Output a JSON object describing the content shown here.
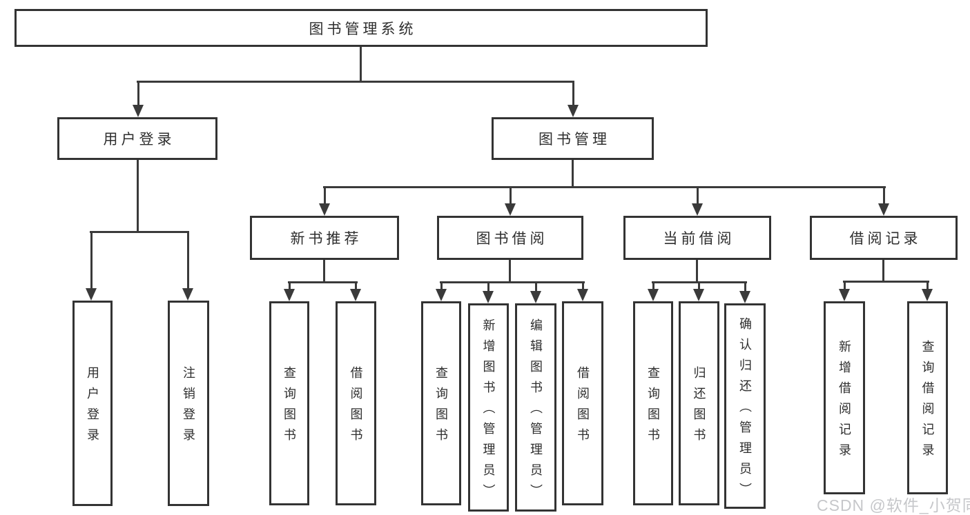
{
  "root": {
    "label": "图书管理系统"
  },
  "branches": [
    {
      "label": "用户登录",
      "children": [
        {
          "label": "用户登录"
        },
        {
          "label": "注销登录"
        }
      ]
    },
    {
      "label": "图书管理",
      "children": [
        {
          "label": "新书推荐",
          "children": [
            {
              "label": "查询图书"
            },
            {
              "label": "借阅图书"
            }
          ]
        },
        {
          "label": "图书借阅",
          "children": [
            {
              "label": "查询图书"
            },
            {
              "label": "新增图书（管理员）"
            },
            {
              "label": "编辑图书（管理员）"
            },
            {
              "label": "借阅图书"
            }
          ]
        },
        {
          "label": "当前借阅",
          "children": [
            {
              "label": "查询图书"
            },
            {
              "label": "归还图书"
            },
            {
              "label": "确认归还（管理员）"
            }
          ]
        },
        {
          "label": "借阅记录",
          "children": [
            {
              "label": "新增借阅记录"
            },
            {
              "label": "查询借阅记录"
            }
          ]
        }
      ]
    }
  ],
  "watermark": {
    "text": "CSDN @软件_小贺同学"
  },
  "colors": {
    "background": "#ffffff",
    "box_border": "#333333",
    "line": "#3a3a3a",
    "text": "#2e2e2e",
    "watermark": "#c6c7ca"
  }
}
